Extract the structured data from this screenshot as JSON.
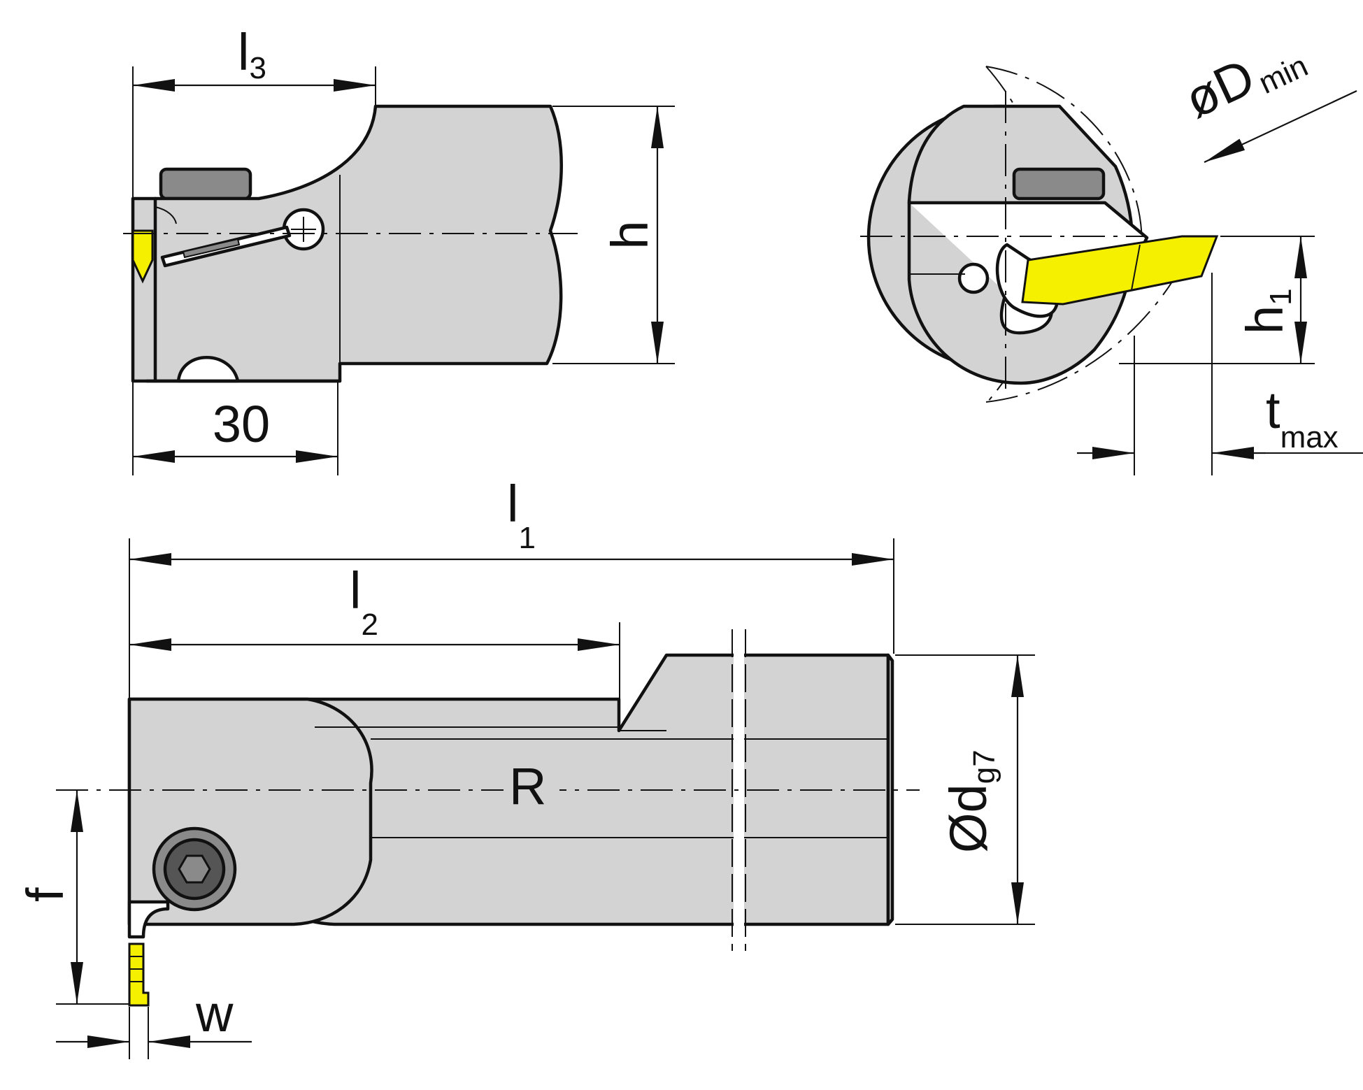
{
  "labels": {
    "l3": {
      "main": "l",
      "sub": "3"
    },
    "h": "h",
    "thirty": "30",
    "dmin": {
      "main": "øD",
      "sub": "min"
    },
    "h1": {
      "main": "h",
      "sub": "1"
    },
    "tmax": {
      "main": "t",
      "sub": "max"
    },
    "l1": {
      "main": "l",
      "sub": "1"
    },
    "l2": {
      "main": "l",
      "sub": "2"
    },
    "r": "R",
    "dg7": {
      "main": "Ød",
      "sub": "g7"
    },
    "f": "f",
    "w": "w"
  },
  "colors": {
    "body": "#d3d3d3",
    "insert": "#f5f000",
    "clamp": "#8a8a8a",
    "line": "#111111"
  }
}
